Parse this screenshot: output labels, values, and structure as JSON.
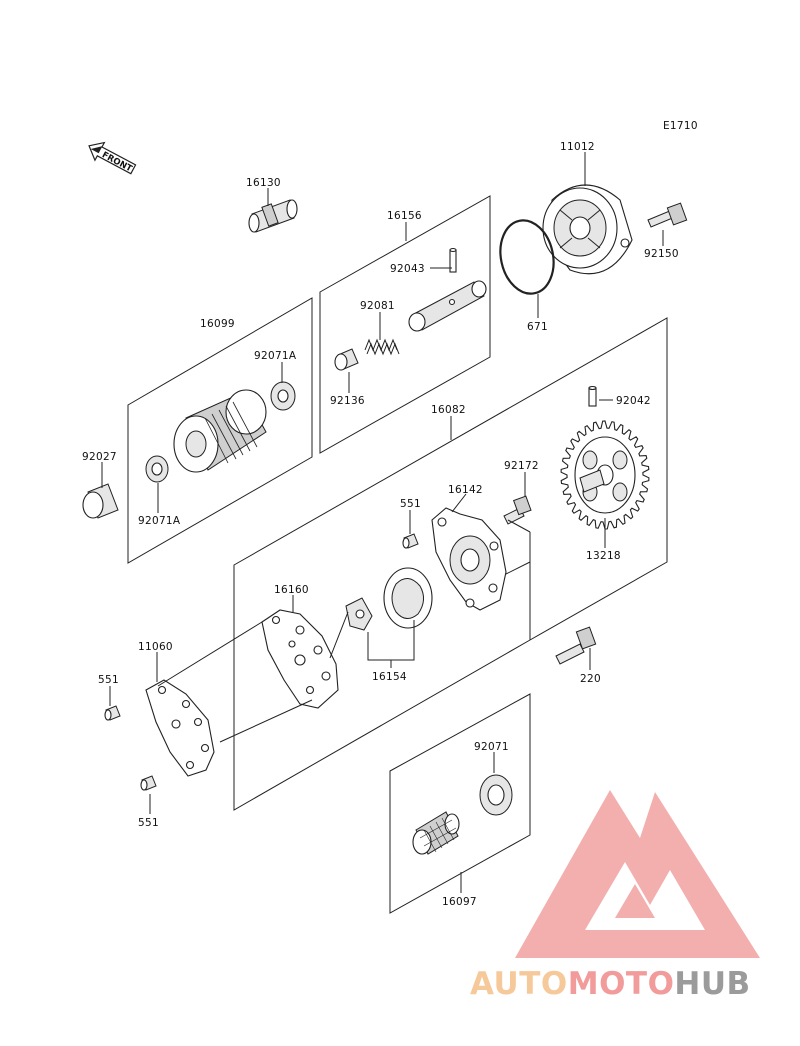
{
  "diagram": {
    "code": "E1710",
    "front_label": "FRONT",
    "labels": {
      "p11012": "11012",
      "p92150": "92150",
      "p671": "671",
      "p16130": "16130",
      "p16156": "16156",
      "p92043": "92043",
      "p92081": "92081",
      "p92136": "92136",
      "p16099": "16099",
      "p92071A_top": "92071A",
      "p92027": "92027",
      "p92071A_bot": "92071A",
      "p16082": "16082",
      "p92042": "92042",
      "p92172": "92172",
      "p16142": "16142",
      "p551_mid": "551",
      "p13218": "13218",
      "p16160": "16160",
      "p11060": "11060",
      "p551_left": "551",
      "p16154": "16154",
      "p220": "220",
      "p551_bot": "551",
      "p92071": "92071",
      "p16097": "16097"
    }
  },
  "watermark": {
    "parts": [
      "AUTO",
      "MOTO",
      "HUB"
    ],
    "colors": {
      "auto": "#f5c08a",
      "moto": "#f08a8a",
      "hub": "#8a8a8a",
      "triangle": "#f2a0a0"
    }
  }
}
